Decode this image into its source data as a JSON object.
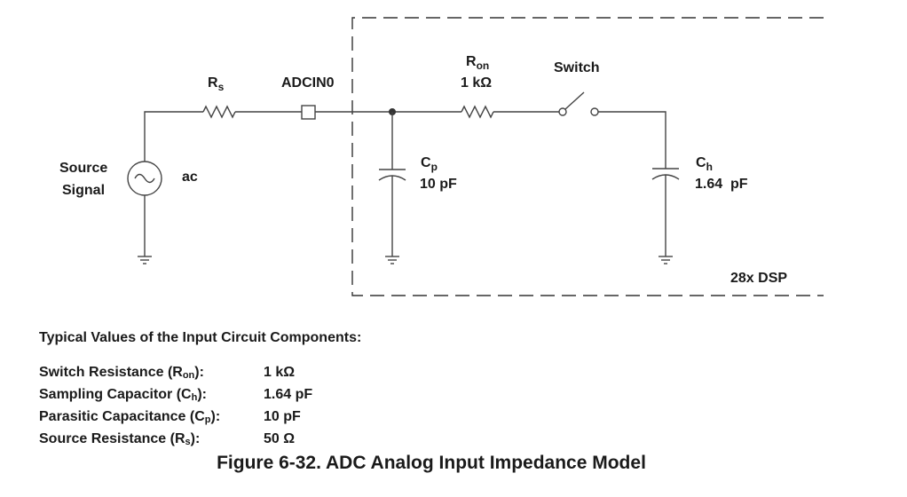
{
  "labels": {
    "rs": {
      "main": "R",
      "sub": "s"
    },
    "adcin": "ADCIN0",
    "ron": {
      "main": "R",
      "sub": "on",
      "value": "1 kΩ"
    },
    "switch": "Switch",
    "source": [
      "Source",
      "Signal"
    ],
    "ac": "ac",
    "cp": {
      "main": "C",
      "sub": "p",
      "value": "10 pF"
    },
    "ch": {
      "main": "C",
      "sub": "h",
      "value": "1.64  pF"
    },
    "dsp": "28x DSP"
  },
  "values_table": {
    "heading": "Typical Values of the Input Circuit Components:",
    "rows": [
      {
        "pre": "Switch Resistance (R",
        "sub": "on",
        "post": "):",
        "value": "1 kΩ"
      },
      {
        "pre": "Sampling Capacitor (C",
        "sub": "h",
        "post": "):",
        "value": "1.64 pF"
      },
      {
        "pre": "Parasitic Capacitance (C",
        "sub": "p",
        "post": "):",
        "value": "10 pF"
      },
      {
        "pre": "Source Resistance (R",
        "sub": "s",
        "post": "):",
        "value": "50 Ω"
      }
    ]
  },
  "caption": "Figure 6-32. ADC Analog Input Impedance Model"
}
